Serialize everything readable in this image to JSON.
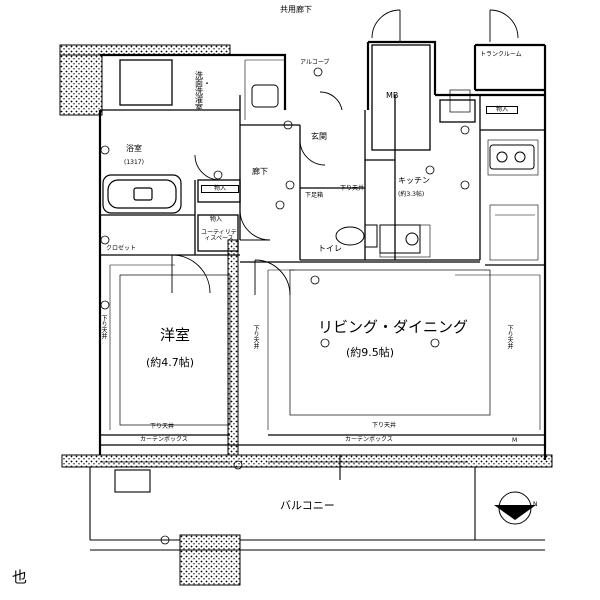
{
  "corridor": "共用廊下",
  "alcove": "アルコーブ",
  "trunk_room": "トランクルーム",
  "mb": "MB",
  "washroom": "洗面・洗濯室",
  "bath": "浴室",
  "bath_size": "(1317)",
  "hallway": "廊下",
  "entrance": "玄関",
  "kitchen": "キッチン",
  "kitchen_size": "(約3.3帖)",
  "storage": "物入",
  "utility_space": "ユーティリティスペース",
  "closet": "クロゼット",
  "shoe_box": "下足箱",
  "toilet": "トイレ",
  "western_room": "洋室",
  "western_room_size": "(約4.7帖)",
  "living_dining": "リビング・ダイニング",
  "living_dining_size": "(約9.5帖)",
  "lowered_ceiling": "下り天井",
  "curtain_box": "カーテンボックス",
  "balcony": "バルコニー",
  "m_mark": "M",
  "compass_n": "N",
  "corner_char": "也"
}
